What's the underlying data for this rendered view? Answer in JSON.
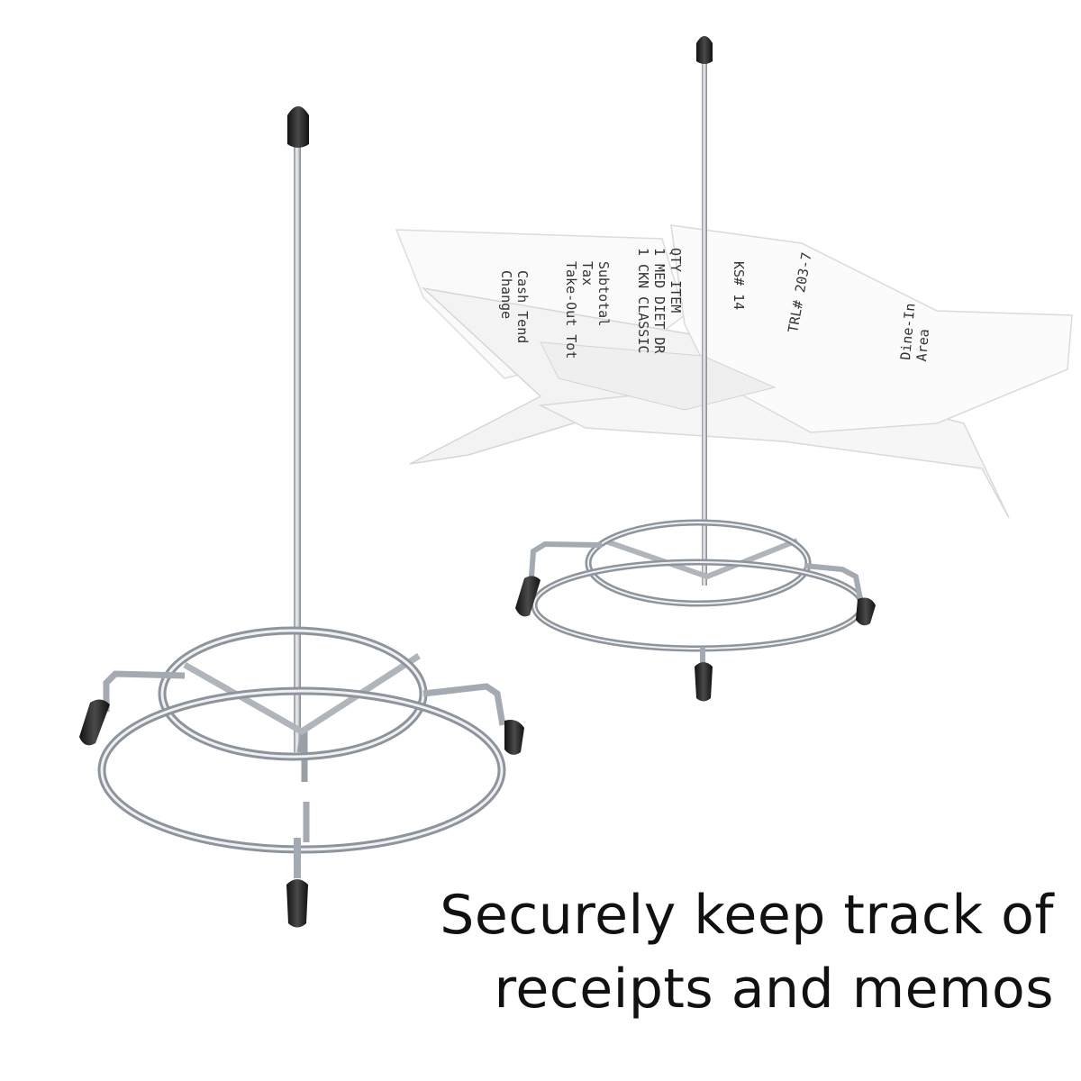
{
  "caption": {
    "line1": "Securely keep track of",
    "line2": "receipts and memos"
  },
  "receipts": {
    "lines": [
      "QTY ITEM",
      "1 MED DIET DR",
      "1 CKN CLASSIC",
      "Subtotal",
      "Tax",
      "Take-Out Tot",
      "Cash Tend",
      "Change",
      "KS# 14",
      "TRL# 203-7",
      "Dine-In",
      "Area"
    ]
  },
  "colors": {
    "chrome": "#c8ccd2",
    "chrome_dark": "#8a9098",
    "rubber_tip": "#2a2a2a",
    "paper": "#f7f7f7",
    "text": "#111111"
  }
}
